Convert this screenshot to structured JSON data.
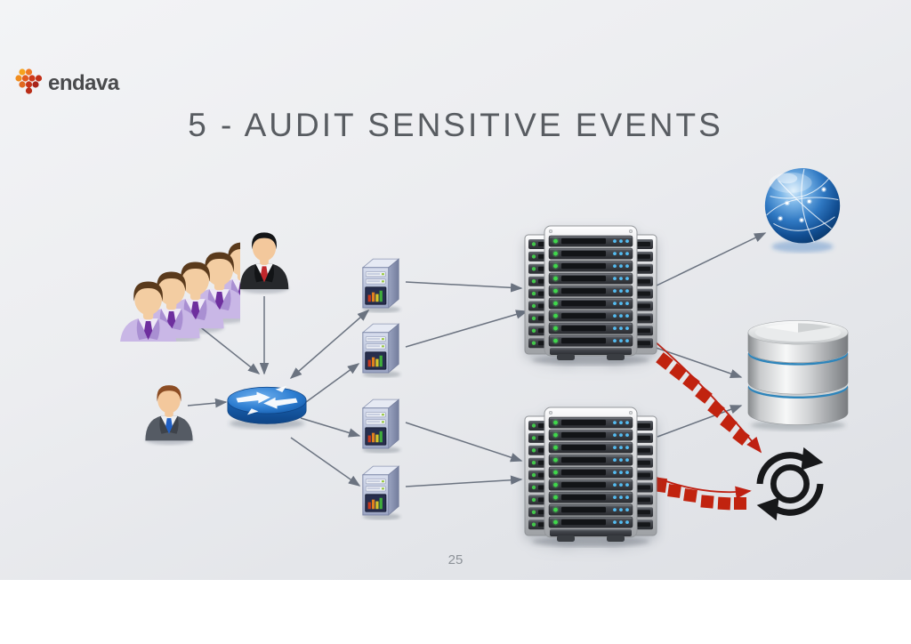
{
  "slide": {
    "logo": {
      "wordmark": "endava"
    },
    "title": "5 - AUDIT SENSITIVE EVENTS",
    "page_number": "25"
  },
  "colors": {
    "background": "#e9ebee",
    "title_text": "#585c61",
    "connector_gray": "#6b7380",
    "audit_red": "#bf2012",
    "router_blue": "#2270c4",
    "globe_blue": "#2f78c2",
    "database_band_blue": "#2e85bb",
    "led_green": "#3fd84a",
    "led_blue": "#54bdf2",
    "led_red": "#e23c28",
    "logo_orange": "#ee7623",
    "logo_dark_red": "#a8241a"
  },
  "diagram": {
    "nodes": [
      {
        "id": "user-group",
        "icon": "user-group-icon"
      },
      {
        "id": "manager",
        "icon": "business-user-icon"
      },
      {
        "id": "user",
        "icon": "user-icon"
      },
      {
        "id": "router",
        "icon": "router-icon"
      },
      {
        "id": "app-server-1",
        "icon": "tower-server-icon"
      },
      {
        "id": "app-server-2",
        "icon": "tower-server-icon"
      },
      {
        "id": "app-server-3",
        "icon": "tower-server-icon"
      },
      {
        "id": "app-server-4",
        "icon": "tower-server-icon"
      },
      {
        "id": "server-rack-top",
        "icon": "server-rack-icon"
      },
      {
        "id": "server-rack-bottom",
        "icon": "server-rack-icon"
      },
      {
        "id": "internet-globe",
        "icon": "globe-icon"
      },
      {
        "id": "database",
        "icon": "database-icon"
      },
      {
        "id": "audit-log-sync",
        "icon": "sync-arrows-icon"
      }
    ],
    "edges": [
      {
        "from": "user-group",
        "to": "router",
        "style": "gray-arrow"
      },
      {
        "from": "manager",
        "to": "router",
        "style": "gray-arrow"
      },
      {
        "from": "user",
        "to": "router",
        "style": "gray-arrow"
      },
      {
        "from": "router",
        "to": "app-server-1",
        "style": "gray-arrow-double"
      },
      {
        "from": "router",
        "to": "app-server-2",
        "style": "gray-arrow"
      },
      {
        "from": "router",
        "to": "app-server-3",
        "style": "gray-arrow"
      },
      {
        "from": "router",
        "to": "app-server-4",
        "style": "gray-arrow"
      },
      {
        "from": "app-server-1",
        "to": "server-rack-top",
        "style": "gray-arrow"
      },
      {
        "from": "app-server-2",
        "to": "server-rack-top",
        "style": "gray-arrow"
      },
      {
        "from": "app-server-3",
        "to": "server-rack-bottom",
        "style": "gray-arrow"
      },
      {
        "from": "app-server-4",
        "to": "server-rack-bottom",
        "style": "gray-arrow"
      },
      {
        "from": "server-rack-top",
        "to": "internet-globe",
        "style": "gray-arrow"
      },
      {
        "from": "server-rack-top",
        "to": "database",
        "style": "gray-arrow"
      },
      {
        "from": "server-rack-bottom",
        "to": "database",
        "style": "gray-arrow"
      },
      {
        "from": "server-rack-top",
        "to": "audit-log-sync",
        "style": "red-dashed-arrow"
      },
      {
        "from": "server-rack-bottom",
        "to": "audit-log-sync",
        "style": "red-dashed-arrow"
      }
    ]
  }
}
